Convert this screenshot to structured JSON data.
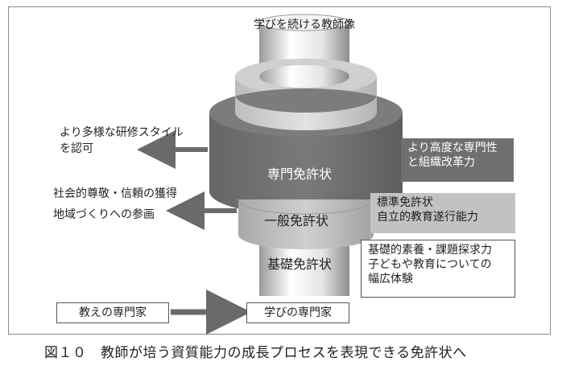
{
  "diagram": {
    "top_label": "学びを続ける教師像",
    "tiers": {
      "senmon": "専門免許状",
      "ippan": "一般免許状",
      "kiso": "基礎免許状"
    },
    "left_notes": {
      "note1_line1": "より多様な研修スタイル",
      "note1_line2": "を認可",
      "note2_line1": "社会的尊敬・信頼の獲得",
      "note2_line2": "地域づくりへの参画"
    },
    "right_boxes": {
      "dark_line1": "より高度な専門性",
      "dark_line2": "と組織改革力",
      "gray_line1": "標準免許状",
      "gray_line2": "自立的教育遂行能力",
      "white_line1": "基礎的素養・課題探求力",
      "white_line2": "子どもや教育についての",
      "white_line3": "幅広体験"
    },
    "bottom": {
      "from": "教えの専門家",
      "to": "学びの専門家"
    },
    "colors": {
      "ring_dark": "#6f6f6f",
      "ring_mid": "#b5b5b5",
      "ring_light": "#d8d8d8",
      "arrow": "#6a6a6a"
    }
  },
  "caption": "図１０　教師が培う資質能力の成長プロセスを表現できる免許状へ"
}
